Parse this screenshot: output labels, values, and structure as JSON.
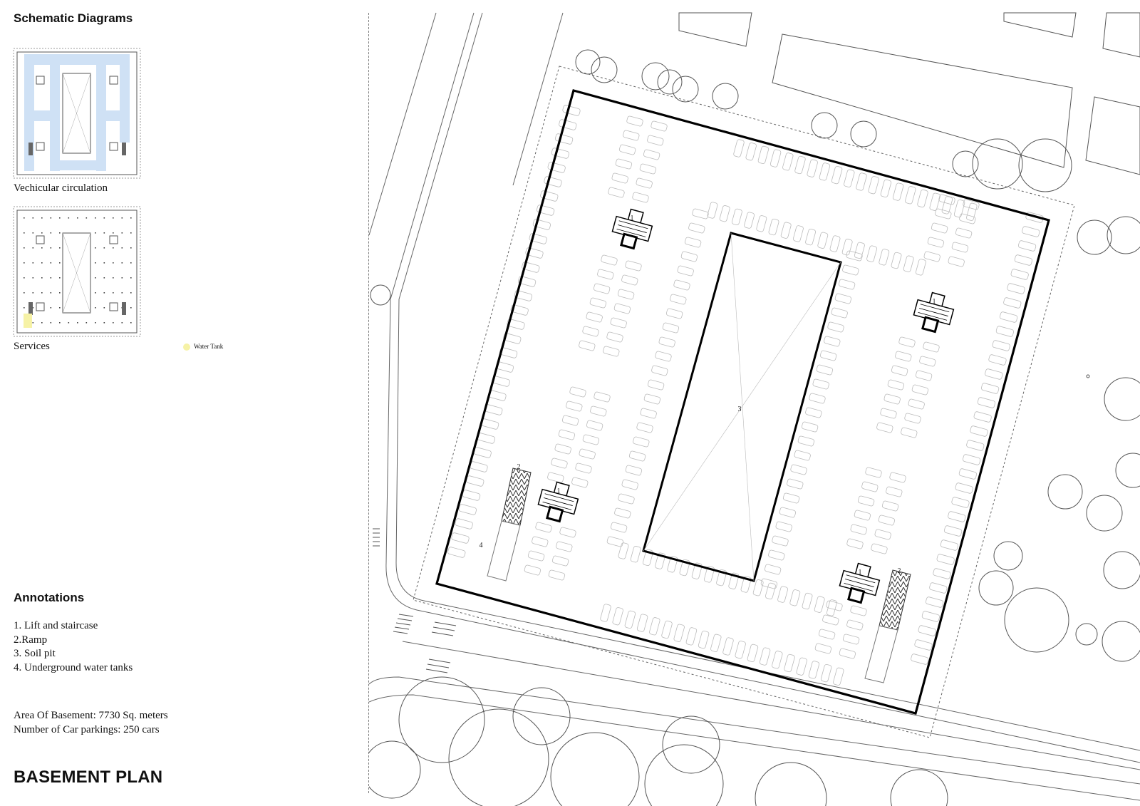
{
  "left_panel": {
    "section_title": "Schematic Diagrams",
    "diagram_1_caption": "Vechicular circulation",
    "diagram_2_caption": "Services",
    "legend": {
      "label": "Water Tank",
      "color": "#f6f2a6"
    },
    "circulation_color": "#cfe1f5",
    "annotations_title": "Annotations",
    "annotations": [
      "1. Lift and staircase",
      "2.Ramp",
      "3. Soil pit",
      "4. Underground water tanks"
    ],
    "stats": [
      "Area Of Basement: 7730 Sq. meters",
      "Number of Car parkings: 250 cars"
    ],
    "plan_title": "BASEMENT PLAN"
  },
  "plan": {
    "lift_tag": "1",
    "ramp_tag": "2",
    "soil_pit_tag": "3",
    "water_tank_tag": "4"
  }
}
